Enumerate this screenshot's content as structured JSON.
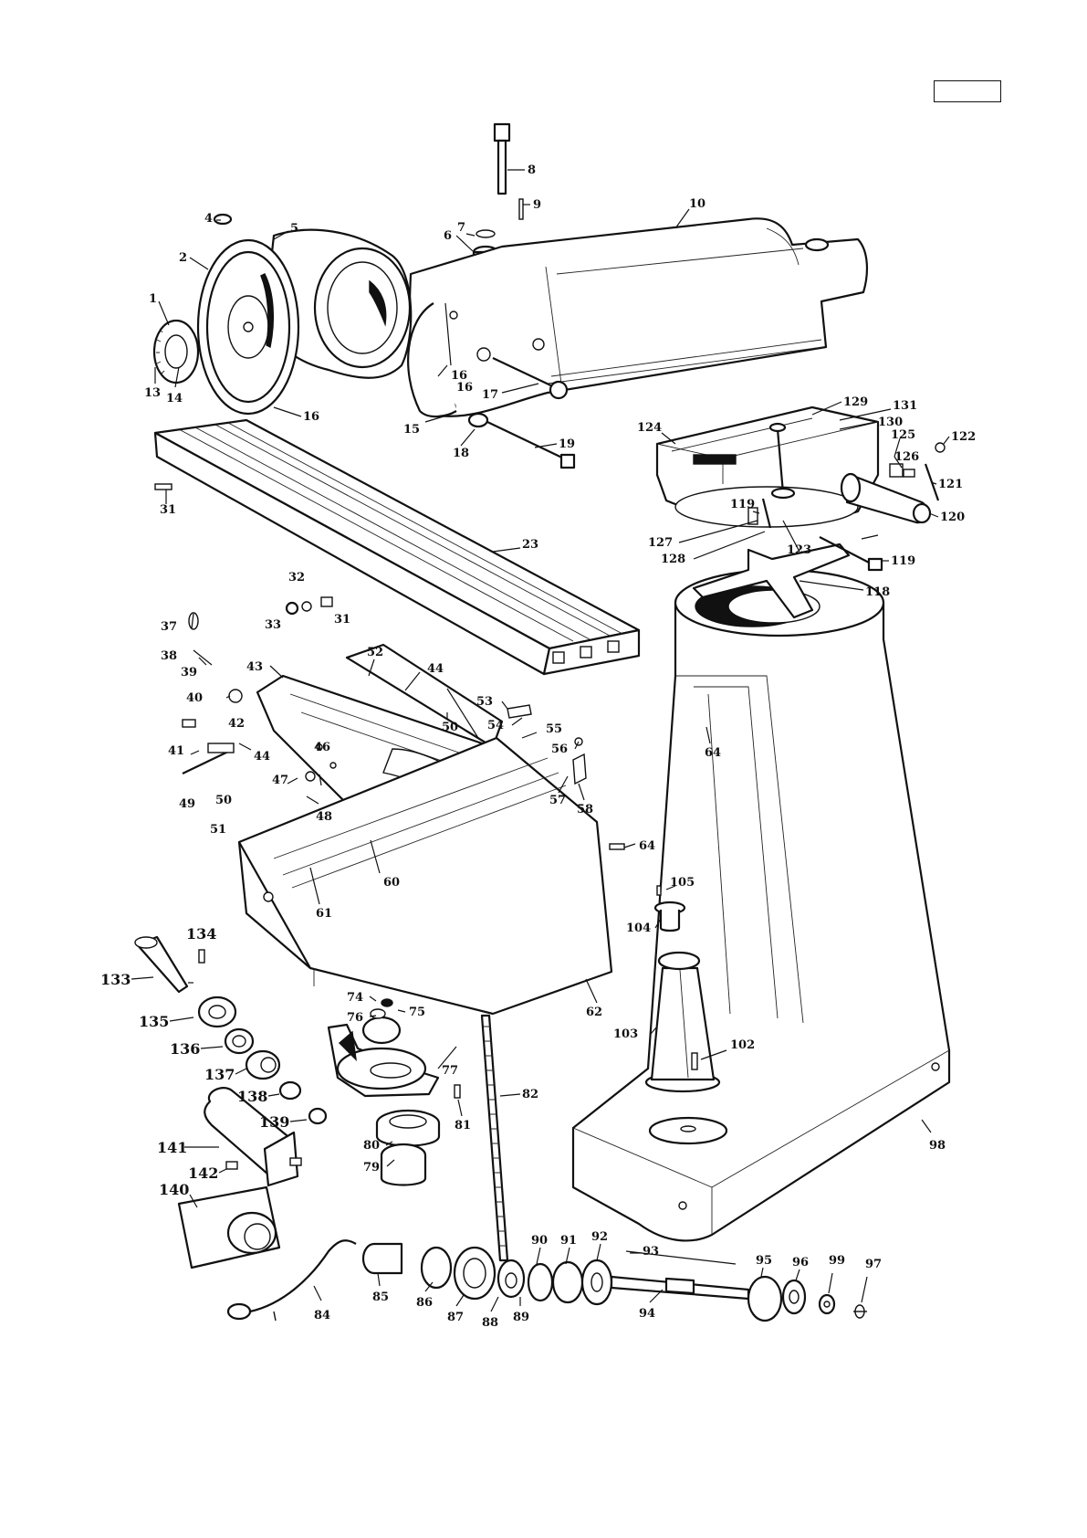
{
  "page": {
    "number_box": ""
  },
  "callouts": {
    "c1": "1",
    "c2": "2",
    "c4": "4",
    "c5": "5",
    "c6": "6",
    "c7": "7",
    "c8": "8",
    "c9": "9",
    "c10": "10",
    "c13": "13",
    "c14": "14",
    "c15": "15",
    "c16a": "16",
    "c16b": "16",
    "c16c": "16",
    "c17": "17",
    "c18": "18",
    "c19": "19",
    "c23": "23",
    "c31a": "31",
    "c31b": "31",
    "c32": "32",
    "c33": "33",
    "c37": "37",
    "c38": "38",
    "c39": "39",
    "c40": "40",
    "c41": "41",
    "c42": "42",
    "c43": "43",
    "c44a": "44",
    "c44b": "44",
    "c46": "46",
    "c47": "47",
    "c48": "48",
    "c49": "49",
    "c50a": "50",
    "c50b": "50",
    "c51": "51",
    "c52": "52",
    "c53": "53",
    "c54": "54",
    "c55": "55",
    "c56": "56",
    "c57": "57",
    "c58": "58",
    "c60": "60",
    "c61": "61",
    "c62": "62",
    "c64a": "64",
    "c64b": "64",
    "c74": "74",
    "c75": "75",
    "c76": "76",
    "c77": "77",
    "c79": "79",
    "c80": "80",
    "c81": "81",
    "c82": "82",
    "c84": "84",
    "c85": "85",
    "c86": "86",
    "c87": "87",
    "c88": "88",
    "c89": "89",
    "c90": "90",
    "c91": "91",
    "c92": "92",
    "c93": "93",
    "c94": "94",
    "c95": "95",
    "c96": "96",
    "c97": "97",
    "c98": "98",
    "c99": "99",
    "c102": "102",
    "c103": "103",
    "c104": "104",
    "c105": "105",
    "c118": "118",
    "c119a": "119",
    "c119b": "119",
    "c120": "120",
    "c121": "121",
    "c122": "122",
    "c123": "123",
    "c124": "124",
    "c125": "125",
    "c126": "126",
    "c127": "127",
    "c128": "128",
    "c129": "129",
    "c130": "130",
    "c131": "131",
    "c133": "133",
    "c134": "134",
    "c135": "135",
    "c136": "136",
    "c137": "137",
    "c138": "138",
    "c139": "139",
    "c140": "140",
    "c141": "141",
    "c142": "142"
  }
}
